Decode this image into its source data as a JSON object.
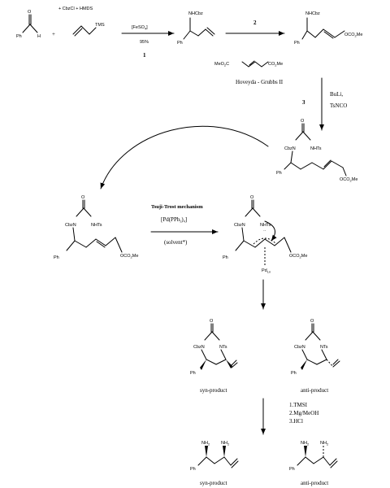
{
  "reagents_top": "+ CbzCl  +  HMDS",
  "atoms": {
    "O": "O",
    "H": "H",
    "Ph": "Ph",
    "TMS": "TMS",
    "NHCbz": "NHCbz",
    "CbzN": "CbzN",
    "NHTs": "NHTs",
    "NTs": "NTs",
    "NH2": "NH",
    "two": "2",
    "OCO2Me": "OCO",
    "OCO2Me_tail": "Me",
    "MeO2C": "MeO",
    "MeO2C_tail": "C",
    "CO2Me": "CO",
    "PdLn": "Pd",
    "Ln": "Ln",
    "plus": "+",
    "dots": "··"
  },
  "step1": {
    "reagent": "[FeSO",
    "reagent_sub": "4",
    "reagent_end": "]",
    "yield": "95%",
    "number": "1"
  },
  "step2": {
    "number": "2",
    "catalyst": "Hoveyda - Grubbs II"
  },
  "step3": {
    "reagent1": "BuLi,",
    "reagent2": "TsNCO",
    "number": "3"
  },
  "tsuji": {
    "title": "Tsuji-Trost mechanism",
    "reagent": "[Pd(PPh",
    "reagent_sub1": "3",
    "reagent_mid": ")",
    "reagent_sub2": "4",
    "reagent_end": "]",
    "solvent": "(solvent*)"
  },
  "products": {
    "syn": "syn-product",
    "anti": "anti-product"
  },
  "deprotection": {
    "s1": "1.TMSI",
    "s2": "2.Mg/MeOH",
    "s3": "3.HCl"
  }
}
